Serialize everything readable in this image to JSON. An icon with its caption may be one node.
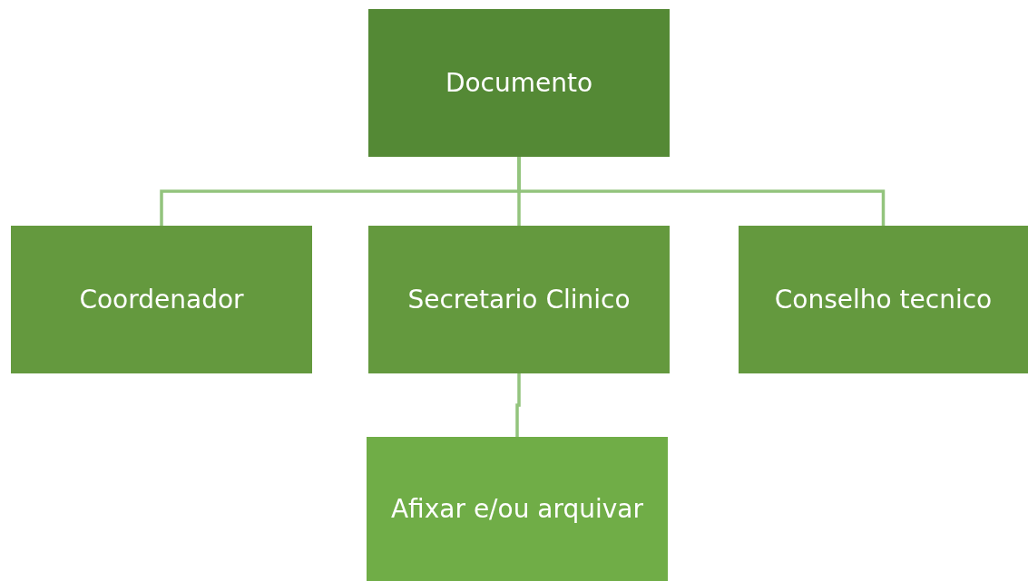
{
  "diagram": {
    "nodes": [
      {
        "text": [
          "Documento"
        ]
      },
      {
        "text": [
          "Coordenador"
        ]
      },
      {
        "text": [
          "Secretario Clinico"
        ]
      },
      {
        "text": [
          "Conselho tecnico"
        ]
      },
      {
        "text": [
          "Afixar e/ou arquivar"
        ]
      }
    ],
    "edges": [
      {
        "from": 0,
        "to": 1,
        "arrow": "none"
      },
      {
        "from": 0,
        "to": 2,
        "arrow": "none"
      },
      {
        "from": 0,
        "to": 3,
        "arrow": "none"
      },
      {
        "from": 2,
        "to": 4,
        "arrow": "none"
      }
    ]
  }
}
